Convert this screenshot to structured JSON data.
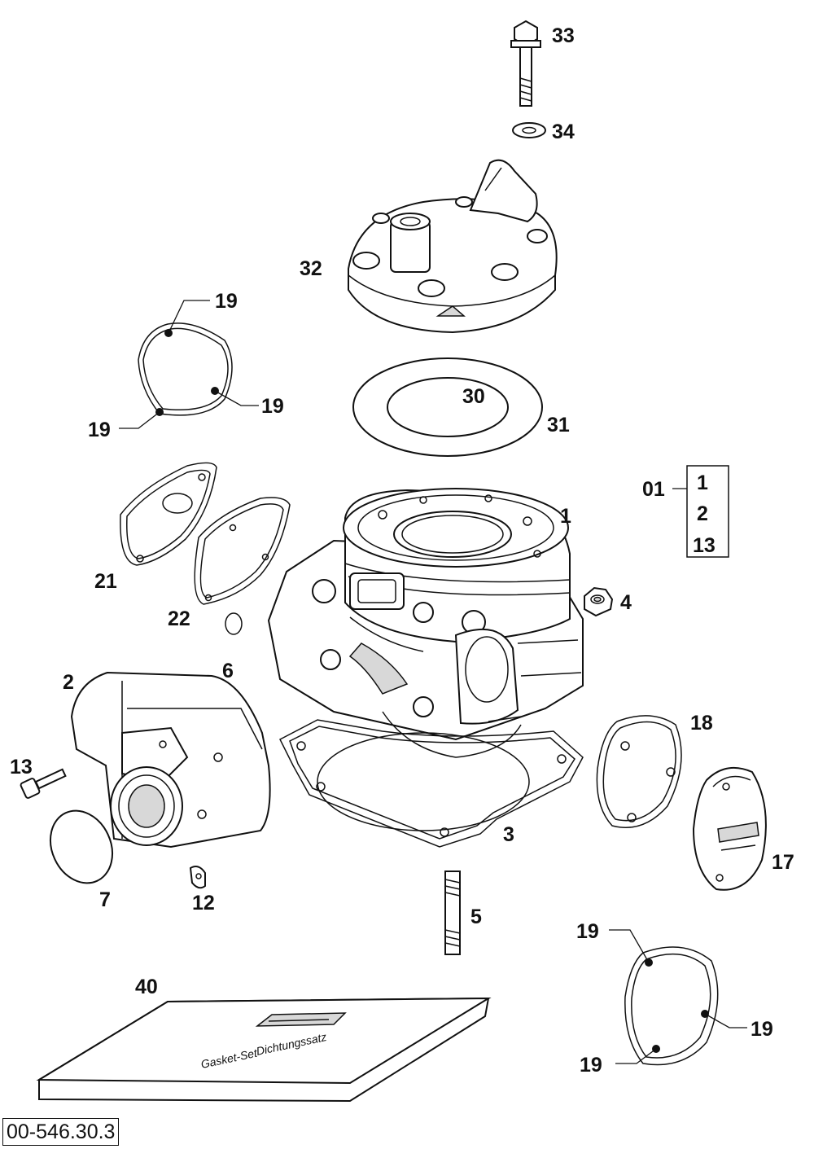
{
  "diagram": {
    "drawing_number": "00-546.30.3",
    "callouts": {
      "p33": "33",
      "p34": "34",
      "p32": "32",
      "p19a": "19",
      "p19b": "19",
      "p19c": "19",
      "p30": "30",
      "p31": "31",
      "p01": "01",
      "kit_1": "1",
      "kit_2": "2",
      "kit_13": "13",
      "p1": "1",
      "p21": "21",
      "p22": "22",
      "p4": "4",
      "p6": "6",
      "p2": "2",
      "p18": "18",
      "p13": "13",
      "p3": "3",
      "p17": "17",
      "p7": "7",
      "p12": "12",
      "p5": "5",
      "p19d": "19",
      "p19e": "19",
      "p19f": "19",
      "p40": "40"
    },
    "booklet_text": {
      "line1": "Dichtungssatz",
      "line2": "Gasket-Set"
    }
  }
}
